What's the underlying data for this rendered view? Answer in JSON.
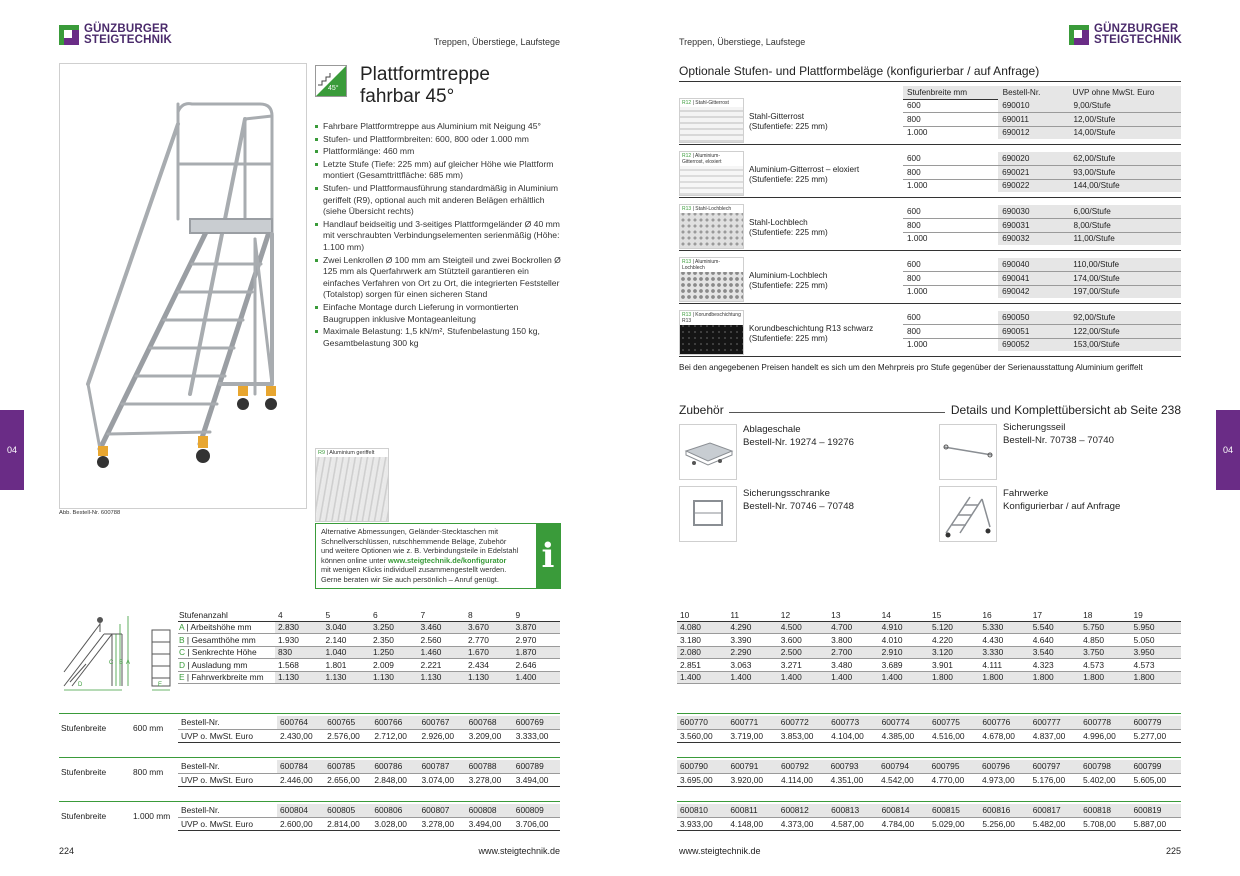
{
  "brand": {
    "line1": "GÜNZBURGER",
    "line2": "STEIGTECHNIK",
    "purple": "#6a2c86",
    "green": "#3a9b3a"
  },
  "header": {
    "left_category": "Treppen, Überstiege, Laufstege",
    "right_category": "Treppen, Überstiege, Laufstege"
  },
  "side_tab": {
    "label": "04"
  },
  "product": {
    "angle_badge": "45°",
    "title_line1": "Plattformtreppe",
    "title_line2": "fahrbar 45°",
    "image_caption": "Abb. Bestell-Nr. 600788",
    "bullets": [
      "Fahrbare Plattformtreppe aus Aluminium mit Neigung 45°",
      "Stufen- und Plattformbreiten: 600, 800 oder 1.000 mm",
      "Plattformlänge: 460 mm",
      "Letzte Stufe (Tiefe: 225 mm) auf gleicher Höhe wie Plattform montiert (Gesamttrittfläche: 685 mm)",
      "Stufen- und Plattformausführung standardmäßig in Aluminium geriffelt (R9), optional auch mit anderen Belägen erhältlich (siehe Übersicht rechts)",
      "Handlauf beidseitig und 3-seitiges Plattformgeländer Ø 40 mm mit verschraubten Verbindungselementen serienmäßig (Höhe: 1.100 mm)",
      "Zwei Lenkrollen Ø 100 mm am Steigteil und zwei Bockrollen Ø 125 mm als Querfahrwerk am Stützteil garantieren ein einfaches Verfahren von Ort zu Ort, die integrierten Feststeller (Totalstop) sorgen für einen sicheren Stand",
      "Einfache Montage durch Lieferung in vormontierten Baugruppen inklusive Montageanleitung",
      "Maximale Belastung: 1,5 kN/m², Stufenbelastung 150 kg, Gesamtbelastung 300 kg"
    ],
    "sample": {
      "code": "R9",
      "label": "Aluminium geriffelt"
    }
  },
  "info": {
    "text_lines": [
      "Alternative Abmessungen, Geländer-Stecktaschen mit",
      "Schnellverschlüssen, rutschhemmende Beläge, Zubehör",
      "und weitere Optionen wie z. B. Verbindungsteile in Edelstahl",
      "können online unter"
    ],
    "url": "www.steigtechnik.de/konfigurator",
    "text_after": [
      "mit wenigen Klicks individuell zusammengestellt werden.",
      "Gerne beraten wir Sie auch persönlich – Anruf genügt."
    ],
    "icon_letter": "i"
  },
  "diagram": {
    "labels": {
      "A": "A",
      "B": "B",
      "C": "C",
      "D": "D",
      "E": "E"
    }
  },
  "spec": {
    "head_label": "Stufenanzahl",
    "rows": [
      {
        "ch": "A",
        "label": "Arbeitshöhe mm"
      },
      {
        "ch": "B",
        "label": "Gesamthöhe mm"
      },
      {
        "ch": "C",
        "label": "Senkrechte Höhe"
      },
      {
        "ch": "D",
        "label": "Ausladung mm"
      },
      {
        "ch": "E",
        "label": "Fahrwerkbreite mm"
      }
    ],
    "left_cols": [
      {
        "n": "4",
        "v": [
          "2.830",
          "1.930",
          "830",
          "1.568",
          "1.130"
        ]
      },
      {
        "n": "5",
        "v": [
          "3.040",
          "2.140",
          "1.040",
          "1.801",
          "1.130"
        ]
      },
      {
        "n": "6",
        "v": [
          "3.250",
          "2.350",
          "1.250",
          "2.009",
          "1.130"
        ]
      },
      {
        "n": "7",
        "v": [
          "3.460",
          "2.560",
          "1.460",
          "2.221",
          "1.130"
        ]
      },
      {
        "n": "8",
        "v": [
          "3.670",
          "2.770",
          "1.670",
          "2.434",
          "1.130"
        ]
      },
      {
        "n": "9",
        "v": [
          "3.870",
          "2.970",
          "1.870",
          "2.646",
          "1.400"
        ]
      }
    ],
    "right_cols": [
      {
        "n": "10",
        "v": [
          "4.080",
          "3.180",
          "2.080",
          "2.851",
          "1.400"
        ]
      },
      {
        "n": "11",
        "v": [
          "4.290",
          "3.390",
          "2.290",
          "3.063",
          "1.400"
        ]
      },
      {
        "n": "12",
        "v": [
          "4.500",
          "3.600",
          "2.500",
          "3.271",
          "1.400"
        ]
      },
      {
        "n": "13",
        "v": [
          "4.700",
          "3.800",
          "2.700",
          "3.480",
          "1.400"
        ]
      },
      {
        "n": "14",
        "v": [
          "4.910",
          "4.010",
          "2.910",
          "3.689",
          "1.400"
        ]
      },
      {
        "n": "15",
        "v": [
          "5.120",
          "4.220",
          "3.120",
          "3.901",
          "1.800"
        ]
      },
      {
        "n": "16",
        "v": [
          "5.330",
          "4.430",
          "3.330",
          "4.111",
          "1.800"
        ]
      },
      {
        "n": "17",
        "v": [
          "5.540",
          "4.640",
          "3.540",
          "4.323",
          "1.800"
        ]
      },
      {
        "n": "18",
        "v": [
          "5.750",
          "4.850",
          "3.750",
          "4.573",
          "1.800"
        ]
      },
      {
        "n": "19",
        "v": [
          "5.950",
          "5.050",
          "3.950",
          "4.573",
          "1.800"
        ]
      }
    ]
  },
  "prices": {
    "row_labels": [
      "Bestell-Nr.",
      "UVP o. MwSt. Euro"
    ],
    "width_label": "Stufenbreite",
    "groups": [
      {
        "width": "600 mm",
        "left_nr": [
          "600764",
          "600765",
          "600766",
          "600767",
          "600768",
          "600769"
        ],
        "left_price": [
          "2.430,00",
          "2.576,00",
          "2.712,00",
          "2.926,00",
          "3.209,00",
          "3.333,00"
        ],
        "right_nr": [
          "600770",
          "600771",
          "600772",
          "600773",
          "600774",
          "600775",
          "600776",
          "600777",
          "600778",
          "600779"
        ],
        "right_price": [
          "3.560,00",
          "3.719,00",
          "3.853,00",
          "4.104,00",
          "4.385,00",
          "4.516,00",
          "4.678,00",
          "4.837,00",
          "4.996,00",
          "5.277,00"
        ]
      },
      {
        "width": "800 mm",
        "left_nr": [
          "600784",
          "600785",
          "600786",
          "600787",
          "600788",
          "600789"
        ],
        "left_price": [
          "2.446,00",
          "2.656,00",
          "2.848,00",
          "3.074,00",
          "3.278,00",
          "3.494,00"
        ],
        "right_nr": [
          "600790",
          "600791",
          "600792",
          "600793",
          "600794",
          "600795",
          "600796",
          "600797",
          "600798",
          "600799"
        ],
        "right_price": [
          "3.695,00",
          "3.920,00",
          "4.114,00",
          "4.351,00",
          "4.542,00",
          "4.770,00",
          "4.973,00",
          "5.176,00",
          "5.402,00",
          "5.605,00"
        ]
      },
      {
        "width": "1.000 mm",
        "left_nr": [
          "600804",
          "600805",
          "600806",
          "600807",
          "600808",
          "600809"
        ],
        "left_price": [
          "2.600,00",
          "2.814,00",
          "3.028,00",
          "3.278,00",
          "3.494,00",
          "3.706,00"
        ],
        "right_nr": [
          "600810",
          "600811",
          "600812",
          "600813",
          "600814",
          "600815",
          "600816",
          "600817",
          "600818",
          "600819"
        ],
        "right_price": [
          "3.933,00",
          "4.148,00",
          "4.373,00",
          "4.587,00",
          "4.784,00",
          "5.029,00",
          "5.256,00",
          "5.482,00",
          "5.708,00",
          "5.887,00"
        ]
      }
    ]
  },
  "options": {
    "title": "Optionale Stufen- und Plattformbeläge (konfigurierbar / auf Anfrage)",
    "headers": [
      "Stufenbreite mm",
      "Bestell-Nr.",
      "UVP ohne MwSt. Euro"
    ],
    "groups": [
      {
        "code": "R12",
        "label": "Stahl-Gitterrost",
        "name": "Stahl-Gitterrost",
        "depth": "(Stufentiefe: 225 mm)",
        "rows": [
          [
            "600",
            "690010",
            "9,00/Stufe"
          ],
          [
            "800",
            "690011",
            "12,00/Stufe"
          ],
          [
            "1.000",
            "690012",
            "14,00/Stufe"
          ]
        ]
      },
      {
        "code": "R12",
        "label": "Aluminium-Gitterrost, eloxiert",
        "name": "Aluminium-Gitterrost – eloxiert",
        "depth": "(Stufentiefe: 225 mm)",
        "rows": [
          [
            "600",
            "690020",
            "62,00/Stufe"
          ],
          [
            "800",
            "690021",
            "93,00/Stufe"
          ],
          [
            "1.000",
            "690022",
            "144,00/Stufe"
          ]
        ]
      },
      {
        "code": "R13",
        "label": "Stahl-Lochblech",
        "name": "Stahl-Lochblech",
        "depth": "(Stufentiefe: 225 mm)",
        "rows": [
          [
            "600",
            "690030",
            "6,00/Stufe"
          ],
          [
            "800",
            "690031",
            "8,00/Stufe"
          ],
          [
            "1.000",
            "690032",
            "11,00/Stufe"
          ]
        ]
      },
      {
        "code": "R13",
        "label": "Aluminium-Lochblech",
        "name": "Aluminium-Lochblech",
        "depth": "(Stufentiefe: 225 mm)",
        "rows": [
          [
            "600",
            "690040",
            "110,00/Stufe"
          ],
          [
            "800",
            "690041",
            "174,00/Stufe"
          ],
          [
            "1.000",
            "690042",
            "197,00/Stufe"
          ]
        ]
      },
      {
        "code": "R13",
        "label": "Korundbeschichtung R13",
        "name": "Korundbeschichtung R13 schwarz",
        "depth": "(Stufentiefe: 225 mm)",
        "rows": [
          [
            "600",
            "690050",
            "92,00/Stufe"
          ],
          [
            "800",
            "690051",
            "122,00/Stufe"
          ],
          [
            "1.000",
            "690052",
            "153,00/Stufe"
          ]
        ]
      }
    ],
    "note": "Bei den angegebenen Preisen handelt es sich um den Mehrpreis pro Stufe gegenüber der Serienausstattung Aluminium geriffelt"
  },
  "accessories": {
    "title": "Zubehör",
    "details": "Details und Komplettübersicht ab Seite 238",
    "items": [
      {
        "name": "Ablageschale",
        "line2": "Bestell-Nr. 19274 – 19276"
      },
      {
        "name": "Sicherungsseil",
        "line2": "Bestell-Nr. 70738 – 70740"
      },
      {
        "name": "Sicherungsschranke",
        "line2": "Bestell-Nr. 70746 – 70748"
      },
      {
        "name": "Fahrwerke",
        "line2": "Konfigurierbar / auf Anfrage"
      }
    ]
  },
  "footer": {
    "page_left": "224",
    "url_left": "www.steigtechnik.de",
    "url_right": "www.steigtechnik.de",
    "page_right": "225"
  }
}
